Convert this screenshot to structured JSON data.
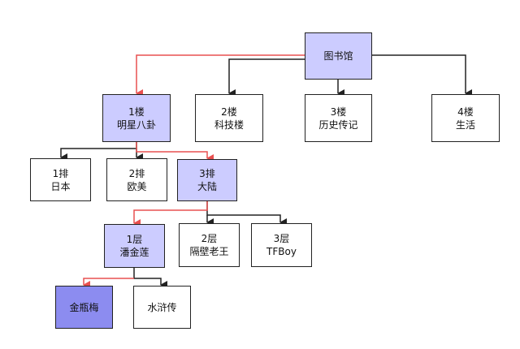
{
  "colors": {
    "highlight": "#ccccff",
    "highlight_dark": "#8c8cf0",
    "path_arrow": "#e85050",
    "arrow": "#222222"
  },
  "nodes": {
    "library": {
      "lines": [
        "图书馆"
      ]
    },
    "floor1": {
      "lines": [
        "1楼",
        "明星八卦"
      ]
    },
    "floor2": {
      "lines": [
        "2楼",
        "科技楼"
      ]
    },
    "floor3": {
      "lines": [
        "3楼",
        "历史传记"
      ]
    },
    "floor4": {
      "lines": [
        "4楼",
        "生活"
      ]
    },
    "row1": {
      "lines": [
        "1排",
        "日本"
      ]
    },
    "row2": {
      "lines": [
        "2排",
        "欧美"
      ]
    },
    "row3": {
      "lines": [
        "3排",
        "大陆"
      ]
    },
    "shelf1": {
      "lines": [
        "1层",
        "潘金莲"
      ]
    },
    "shelf2": {
      "lines": [
        "2层",
        "隔壁老王"
      ]
    },
    "shelf3": {
      "lines": [
        "3层",
        "TFBoy"
      ]
    },
    "book1": {
      "lines": [
        "金瓶梅"
      ]
    },
    "book2": {
      "lines": [
        "水浒传"
      ]
    }
  }
}
